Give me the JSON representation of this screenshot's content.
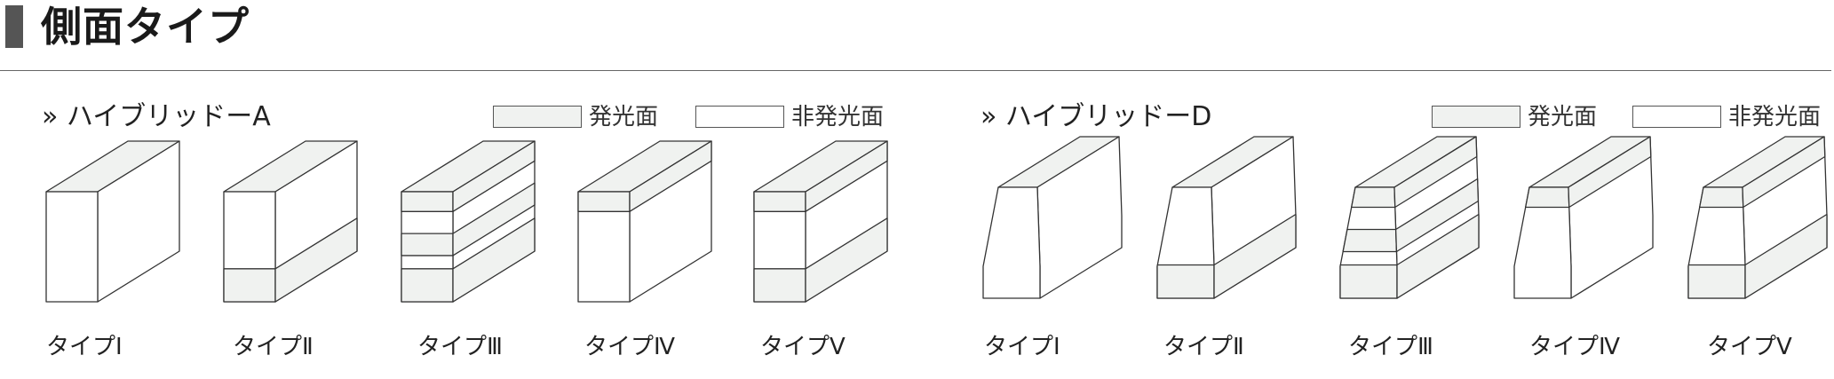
{
  "title": "側面タイプ",
  "colors": {
    "emit": "#f0f2f0",
    "nonemit": "#ffffff",
    "stroke": "#333333",
    "title_bar": "#555555"
  },
  "sections": [
    {
      "title": "» ハイブリッドーA",
      "legend": {
        "emit_label": "発光面",
        "nonemit_label": "非発光面"
      },
      "types": [
        {
          "label": "タイプⅠ",
          "bands": []
        },
        {
          "label": "タイプⅡ",
          "bands": [
            "bottom"
          ]
        },
        {
          "label": "タイプⅢ",
          "bands": [
            "top",
            "middle",
            "bottom"
          ]
        },
        {
          "label": "タイプⅣ",
          "bands": [
            "top"
          ]
        },
        {
          "label": "タイプⅤ",
          "bands": [
            "top",
            "bottom"
          ]
        }
      ]
    },
    {
      "title": "» ハイブリッドーD",
      "legend": {
        "emit_label": "発光面",
        "nonemit_label": "非発光面"
      },
      "types": [
        {
          "label": "タイプⅠ",
          "bands": []
        },
        {
          "label": "タイプⅡ",
          "bands": [
            "bottom"
          ]
        },
        {
          "label": "タイプⅢ",
          "bands": [
            "top",
            "middle",
            "bottom"
          ]
        },
        {
          "label": "タイプⅣ",
          "bands": [
            "top"
          ]
        },
        {
          "label": "タイプⅤ",
          "bands": [
            "top",
            "bottom"
          ]
        }
      ]
    }
  ]
}
